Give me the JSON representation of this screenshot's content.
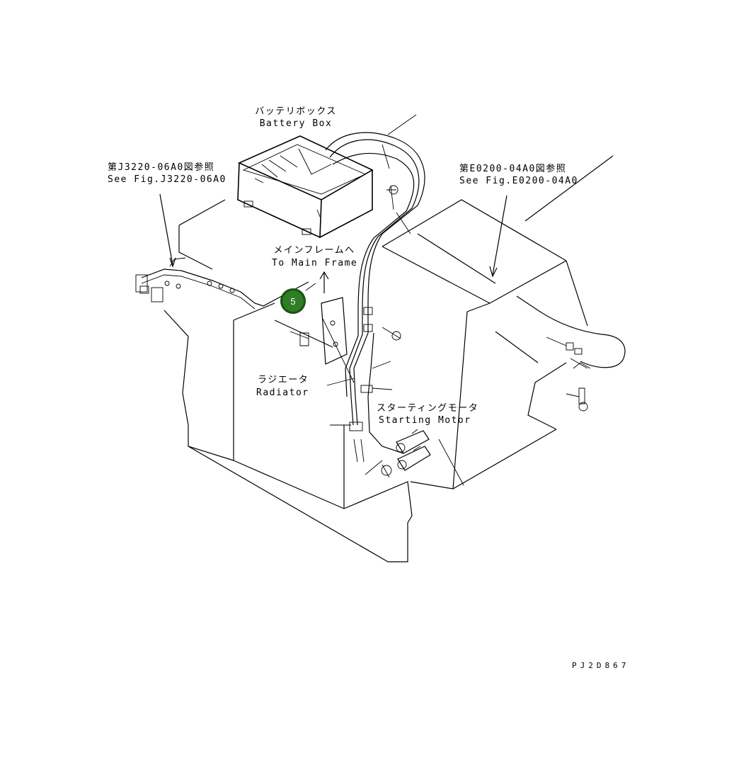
{
  "labels": {
    "battery_box_jp": "バッテリボックス",
    "battery_box_en": "Battery Box",
    "see_j3220_jp": "第J3220-06A0図参照",
    "see_j3220_en": "See Fig.J3220-06A0",
    "see_e0200_jp": "第E0200-04A0図参照",
    "see_e0200_en": "See Fig.E0200-04A0",
    "main_frame_jp": "メインフレームへ",
    "main_frame_en": "To Main Frame",
    "radiator_jp": "ラジエータ",
    "radiator_en": "Radiator",
    "starting_motor_jp": "スターティングモータ",
    "starting_motor_en": "Starting Motor",
    "drawing_code": "PJ2D867"
  },
  "callout": {
    "number": "5",
    "color": "#2f7d24"
  }
}
